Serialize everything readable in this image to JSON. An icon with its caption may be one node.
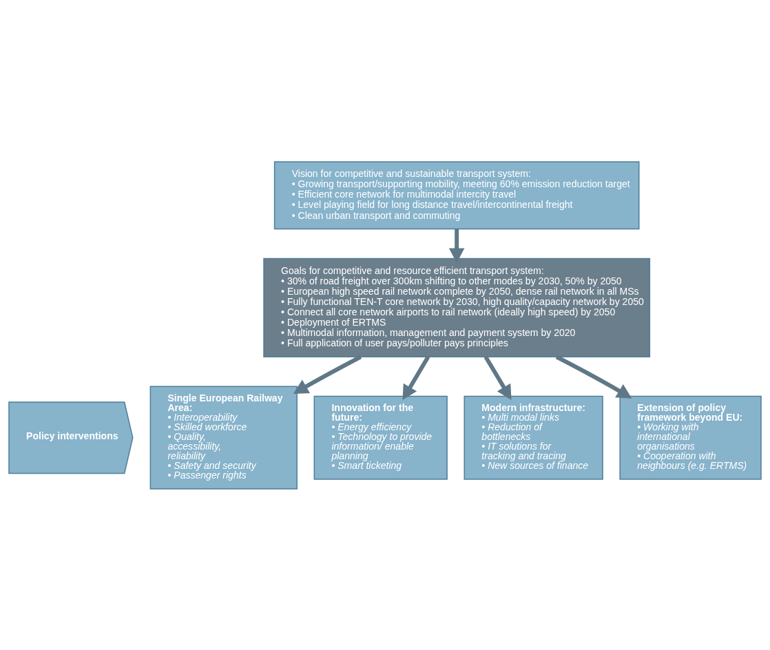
{
  "diagram": {
    "nodes": [
      {
        "text": [
          "Vision for competitive and sustainable transport system:",
          "• Growing transport/supporting mobility, meeting 60% emission reduction target",
          "• Efficient core network for multimodal intercity travel",
          "• Level playing field for long distance travel/intercontinental freight",
          "• Clean urban transport and commuting"
        ]
      },
      {
        "text": [
          "Goals for competitive and resource efficient transport system:",
          "• 30% of road freight over 300km shifting to other modes by 2030, 50% by 2050",
          "• European high speed rail network complete by 2050, dense rail network in all MSs",
          "• Fully functional TEN-T core network by 2030, high quality/capacity network by 2050",
          "• Connect all core network airports to rail network (ideally high speed) by 2050",
          "• Deployment of ERTMS",
          "• Multimodal information, management and payment system by 2020",
          "• Full application of user pays/polluter pays principles"
        ]
      },
      {
        "text": [
          "Policy interventions"
        ]
      },
      {
        "text": [
          "Single European Railway Area:",
          "• Interoperability",
          "• Skilled workforce",
          "• Quality, accessibility, reliability",
          "• Safety and security",
          "• Passenger rights"
        ]
      },
      {
        "text": [
          "Innovation for the future:",
          "• Energy efficiency",
          "• Technology to provide information/ enable planning",
          "• Smart ticketing"
        ]
      },
      {
        "text": [
          "Modern infrastructure:",
          "• Multi modal links",
          "• Reduction of bottlenecks",
          "• IT solutions for tracking and tracing",
          "• New sources of finance"
        ]
      },
      {
        "text": [
          "Extension of policy framework beyond EU:",
          "• Working with international organisations",
          "• Cooperation with neighbours (e.g. ERTMS)"
        ]
      }
    ],
    "edges": [
      {
        "from": 0,
        "to": 1,
        "arrow": "to"
      },
      {
        "from": 1,
        "to": 3,
        "arrow": "to"
      },
      {
        "from": 1,
        "to": 4,
        "arrow": "to"
      },
      {
        "from": 1,
        "to": 5,
        "arrow": "to"
      },
      {
        "from": 1,
        "to": 6,
        "arrow": "to"
      }
    ]
  }
}
